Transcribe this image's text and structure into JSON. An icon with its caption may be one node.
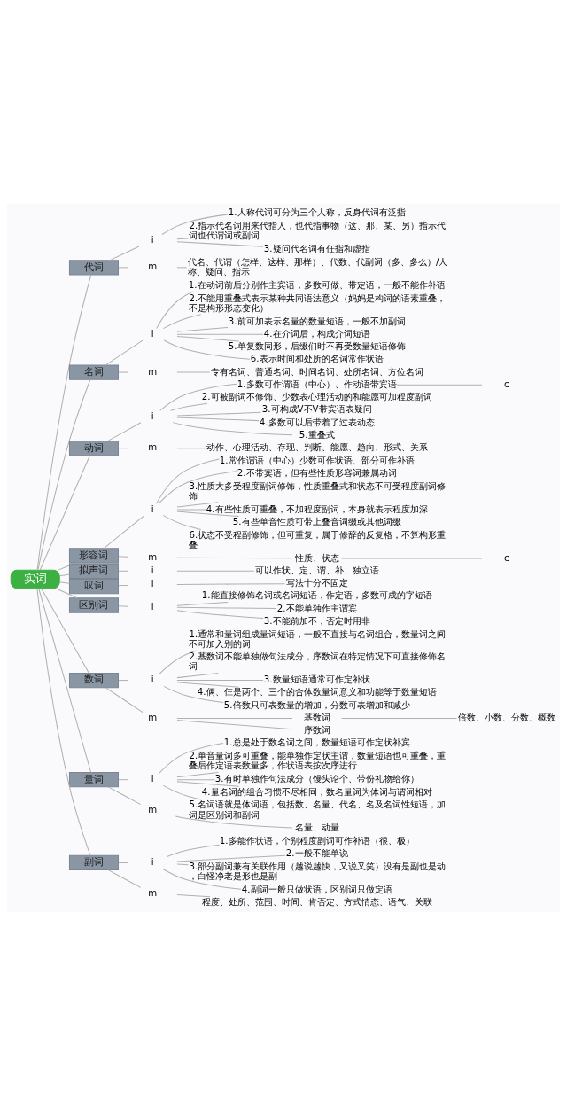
{
  "diagram": {
    "nodes": [
      {
        "text": [
          "实词"
        ]
      },
      {
        "text": [
          "代词"
        ]
      },
      {
        "text": [
          "i"
        ]
      },
      {
        "text": [
          "1.人称代词可分为三个人称，反身代词有泛指"
        ]
      },
      {
        "text": [
          "2.指示代名词用来代指人，也代指事物（这、那、某、另）指示代词也代谓词或副词"
        ]
      },
      {
        "text": [
          "3.疑问代名词有任指和虚指"
        ]
      },
      {
        "text": [
          "m"
        ]
      },
      {
        "text": [
          "代名、代谓（怎样、这样、那样）、代数、代副词（多、多么）/人称、疑问、指示"
        ]
      },
      {
        "text": [
          "名词"
        ]
      },
      {
        "text": [
          "i"
        ]
      },
      {
        "text": [
          "1.在动词前后分别作主宾语，多数可做、带定语，一般不能作补语"
        ]
      },
      {
        "text": [
          "2.不能用重叠式表示某种共同语法意义（妈妈是构词的语素重叠，不是构形形态变化）"
        ]
      },
      {
        "text": [
          "3.前可加表示名量的数量短语，一般不加副词"
        ]
      },
      {
        "text": [
          "4.在介词后，构成介词短语"
        ]
      },
      {
        "text": [
          "5.单复数同形，后缀们时不再受数量短语修饰"
        ]
      },
      {
        "text": [
          "6.表示时间和处所的名词常作状语"
        ]
      },
      {
        "text": [
          "m"
        ]
      },
      {
        "text": [
          "专有名词、普通名词、时间名词、处所名词、方位名词"
        ]
      },
      {
        "text": [
          "动词"
        ]
      },
      {
        "text": [
          "i"
        ]
      },
      {
        "text": [
          "1.多数可作谓语（中心）、作动语带宾语"
        ]
      },
      {
        "text": [
          "c"
        ]
      },
      {
        "text": [
          "2.可被副词不修饰、少数表心理活动的和能愿可加程度副词"
        ]
      },
      {
        "text": [
          "3.可构成V不V带宾语表疑问"
        ]
      },
      {
        "text": [
          "4.多数可以后带着了过表动态"
        ]
      },
      {
        "text": [
          "5.重叠式"
        ]
      },
      {
        "text": [
          "m"
        ]
      },
      {
        "text": [
          "动作、心理活动、存现、判断、能愿、趋向、形式、关系"
        ]
      },
      {
        "text": [
          "形容词"
        ]
      },
      {
        "text": [
          "i"
        ]
      },
      {
        "text": [
          "1.常作谓语（中心）少数可作状语、部分可作补语"
        ]
      },
      {
        "text": [
          "2.不带宾语，但有些性质形容词兼属动词"
        ]
      },
      {
        "text": [
          "3.性质大多受程度副词修饰，性质重叠式和状态不可受程度副词修饰"
        ]
      },
      {
        "text": [
          "4.有些性质可重叠，不加程度副词，本身就表示程度加深"
        ]
      },
      {
        "text": [
          "5.有些单音性质可带上叠音词缀或其他词缀"
        ]
      },
      {
        "text": [
          "6.状态不受程副修饰，但可重复，属于修辞的反复格，不算构形重叠"
        ]
      },
      {
        "text": [
          "m"
        ]
      },
      {
        "text": [
          "性质、状态"
        ]
      },
      {
        "text": [
          "c"
        ]
      },
      {
        "text": [
          "拟声词"
        ]
      },
      {
        "text": [
          "i"
        ]
      },
      {
        "text": [
          "可以作状、定、谓、补、独立语"
        ]
      },
      {
        "text": [
          "叹词"
        ]
      },
      {
        "text": [
          "i"
        ]
      },
      {
        "text": [
          "写法十分不固定"
        ]
      },
      {
        "text": [
          "区别词"
        ]
      },
      {
        "text": [
          "i"
        ]
      },
      {
        "text": [
          "1.能直接修饰名词或名词短语，作定语，多数可成的字短语"
        ]
      },
      {
        "text": [
          "2.不能单独作主谓宾"
        ]
      },
      {
        "text": [
          "3.不能前加不，否定时用非"
        ]
      },
      {
        "text": [
          "数词"
        ]
      },
      {
        "text": [
          "i"
        ]
      },
      {
        "text": [
          "1.通常和量词组成量词短语，一般不直接与名词组合，数量词之间不可加入别的词"
        ]
      },
      {
        "text": [
          "2.基数词不能单独做句法成分，序数词在特定情况下可直接修饰名词"
        ]
      },
      {
        "text": [
          "3.数量短语通常可作定补状"
        ]
      },
      {
        "text": [
          "4.俩、仨是两个、三个的合体数量词意义和功能等于数量短语"
        ]
      },
      {
        "text": [
          "5.倍数只可表数量的增加，分数可表增加和减少"
        ]
      },
      {
        "text": [
          "m"
        ]
      },
      {
        "text": [
          "基数词"
        ]
      },
      {
        "text": [
          "倍数、小数、分数、概数"
        ]
      },
      {
        "text": [
          "序数词"
        ]
      },
      {
        "text": [
          "量词"
        ]
      },
      {
        "text": [
          "i"
        ]
      },
      {
        "text": [
          "1.总是处于数名词之间，数量短语可作定状补宾"
        ]
      },
      {
        "text": [
          "2.单音量词多可重叠，能单独作定状主谓，数量短语也可重叠，重叠后作定语表数量多，作状语表按次序进行"
        ]
      },
      {
        "text": [
          "3.有时单独作句法成分（馒头论个、带份礼物给你）"
        ]
      },
      {
        "text": [
          "4.量名词的组合习惯不尽相同，数名量词为体词与谓词相对"
        ]
      },
      {
        "text": [
          "5.名词语就是体词语，包括数、名量、代名、名及名词性短语，加词是区别词和副词"
        ]
      },
      {
        "text": [
          "m"
        ]
      },
      {
        "text": [
          "名量、动量"
        ]
      },
      {
        "text": [
          "副词"
        ]
      },
      {
        "text": [
          "i"
        ]
      },
      {
        "text": [
          "1.多能作状语，个别程度副词可作补语（很、极）"
        ]
      },
      {
        "text": [
          "2.一般不能单说"
        ]
      },
      {
        "text": [
          "3.部分副词兼有关联作用（越说越快，又说又笑）没有是副也是动，白怪净老是形也是副"
        ]
      },
      {
        "text": [
          "4.副词一般只做状语，区别词只做定语"
        ]
      },
      {
        "text": [
          "m"
        ]
      },
      {
        "text": [
          "程度、处所、范围、时间、肯否定、方式情态、语气、关联"
        ]
      }
    ],
    "edges": [
      {
        "from": 0,
        "to": 1,
        "arrow": "none"
      },
      {
        "from": 1,
        "to": 2,
        "arrow": "none"
      },
      {
        "from": 2,
        "to": 3,
        "arrow": "none"
      },
      {
        "from": 2,
        "to": 4,
        "arrow": "none"
      },
      {
        "from": 2,
        "to": 5,
        "arrow": "none"
      },
      {
        "from": 1,
        "to": 6,
        "arrow": "none"
      },
      {
        "from": 6,
        "to": 7,
        "arrow": "none"
      },
      {
        "from": 0,
        "to": 8,
        "arrow": "none"
      },
      {
        "from": 8,
        "to": 9,
        "arrow": "none"
      },
      {
        "from": 9,
        "to": 10,
        "arrow": "none"
      },
      {
        "from": 9,
        "to": 11,
        "arrow": "none"
      },
      {
        "from": 9,
        "to": 12,
        "arrow": "none"
      },
      {
        "from": 9,
        "to": 13,
        "arrow": "none"
      },
      {
        "from": 9,
        "to": 14,
        "arrow": "none"
      },
      {
        "from": 9,
        "to": 15,
        "arrow": "none"
      },
      {
        "from": 8,
        "to": 16,
        "arrow": "none"
      },
      {
        "from": 16,
        "to": 17,
        "arrow": "none"
      },
      {
        "from": 0,
        "to": 18,
        "arrow": "none"
      },
      {
        "from": 18,
        "to": 19,
        "arrow": "none"
      },
      {
        "from": 19,
        "to": 20,
        "arrow": "none"
      },
      {
        "from": 20,
        "to": 21,
        "arrow": "none"
      },
      {
        "from": 19,
        "to": 22,
        "arrow": "none"
      },
      {
        "from": 19,
        "to": 23,
        "arrow": "none"
      },
      {
        "from": 19,
        "to": 24,
        "arrow": "none"
      },
      {
        "from": 19,
        "to": 25,
        "arrow": "none"
      },
      {
        "from": 18,
        "to": 26,
        "arrow": "none"
      },
      {
        "from": 26,
        "to": 27,
        "arrow": "none"
      },
      {
        "from": 0,
        "to": 28,
        "arrow": "none"
      },
      {
        "from": 28,
        "to": 29,
        "arrow": "none"
      },
      {
        "from": 29,
        "to": 30,
        "arrow": "none"
      },
      {
        "from": 29,
        "to": 31,
        "arrow": "none"
      },
      {
        "from": 29,
        "to": 32,
        "arrow": "none"
      },
      {
        "from": 29,
        "to": 33,
        "arrow": "none"
      },
      {
        "from": 29,
        "to": 34,
        "arrow": "none"
      },
      {
        "from": 29,
        "to": 35,
        "arrow": "none"
      },
      {
        "from": 28,
        "to": 36,
        "arrow": "none"
      },
      {
        "from": 36,
        "to": 37,
        "arrow": "none"
      },
      {
        "from": 37,
        "to": 38,
        "arrow": "none"
      },
      {
        "from": 0,
        "to": 39,
        "arrow": "none"
      },
      {
        "from": 39,
        "to": 40,
        "arrow": "none"
      },
      {
        "from": 40,
        "to": 41,
        "arrow": "none"
      },
      {
        "from": 0,
        "to": 42,
        "arrow": "none"
      },
      {
        "from": 42,
        "to": 43,
        "arrow": "none"
      },
      {
        "from": 43,
        "to": 44,
        "arrow": "none"
      },
      {
        "from": 0,
        "to": 45,
        "arrow": "none"
      },
      {
        "from": 45,
        "to": 46,
        "arrow": "none"
      },
      {
        "from": 46,
        "to": 47,
        "arrow": "none"
      },
      {
        "from": 46,
        "to": 48,
        "arrow": "none"
      },
      {
        "from": 46,
        "to": 49,
        "arrow": "none"
      },
      {
        "from": 0,
        "to": 50,
        "arrow": "none"
      },
      {
        "from": 50,
        "to": 51,
        "arrow": "none"
      },
      {
        "from": 51,
        "to": 52,
        "arrow": "none"
      },
      {
        "from": 51,
        "to": 53,
        "arrow": "none"
      },
      {
        "from": 51,
        "to": 54,
        "arrow": "none"
      },
      {
        "from": 51,
        "to": 55,
        "arrow": "none"
      },
      {
        "from": 51,
        "to": 56,
        "arrow": "none"
      },
      {
        "from": 50,
        "to": 57,
        "arrow": "none"
      },
      {
        "from": 57,
        "to": 58,
        "arrow": "none"
      },
      {
        "from": 58,
        "to": 59,
        "arrow": "none"
      },
      {
        "from": 57,
        "to": 60,
        "arrow": "none"
      },
      {
        "from": 0,
        "to": 61,
        "arrow": "none"
      },
      {
        "from": 61,
        "to": 62,
        "arrow": "none"
      },
      {
        "from": 62,
        "to": 63,
        "arrow": "none"
      },
      {
        "from": 62,
        "to": 64,
        "arrow": "none"
      },
      {
        "from": 62,
        "to": 65,
        "arrow": "none"
      },
      {
        "from": 62,
        "to": 66,
        "arrow": "none"
      },
      {
        "from": 62,
        "to": 67,
        "arrow": "none"
      },
      {
        "from": 61,
        "to": 68,
        "arrow": "none"
      },
      {
        "from": 68,
        "to": 69,
        "arrow": "none"
      },
      {
        "from": 0,
        "to": 70,
        "arrow": "none"
      },
      {
        "from": 70,
        "to": 71,
        "arrow": "none"
      },
      {
        "from": 71,
        "to": 72,
        "arrow": "none"
      },
      {
        "from": 71,
        "to": 73,
        "arrow": "none"
      },
      {
        "from": 71,
        "to": 74,
        "arrow": "none"
      },
      {
        "from": 71,
        "to": 75,
        "arrow": "none"
      },
      {
        "from": 70,
        "to": 76,
        "arrow": "none"
      },
      {
        "from": 76,
        "to": 77,
        "arrow": "none"
      }
    ]
  }
}
